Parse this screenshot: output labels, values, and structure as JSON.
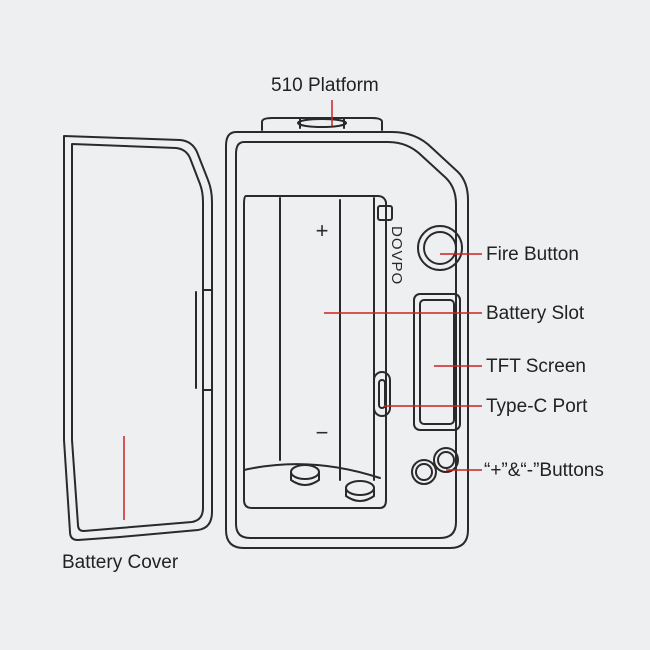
{
  "labels": {
    "platform": "510 Platform",
    "fire_button": "Fire Button",
    "battery_slot": "Battery Slot",
    "tft_screen": "TFT Screen",
    "type_c_port": "Type-C Port",
    "buttons": "“+”&“-”Buttons",
    "battery_cover": "Battery Cover"
  },
  "device": {
    "brand": "DOVPO",
    "plus_sign": "+",
    "minus_sign": "−"
  },
  "colors": {
    "background": "#eeeff1",
    "outline": "#2a2a2a",
    "leader_line": "#cc2222",
    "text": "#222222"
  }
}
